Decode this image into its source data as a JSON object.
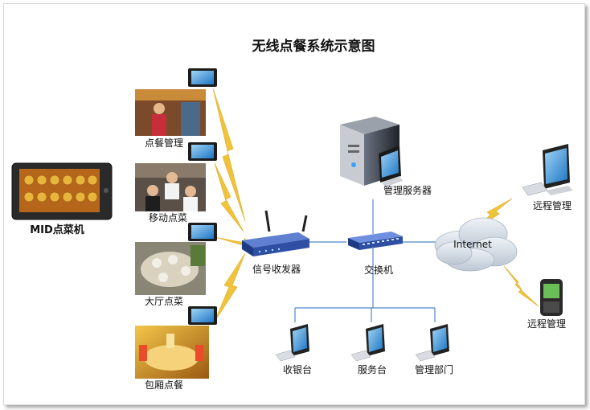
{
  "diagram": {
    "title": "无线点餐系统示意图",
    "mid_device_label": "MID点菜机",
    "photos": [
      {
        "label": "点餐管理"
      },
      {
        "label": "移动点菜"
      },
      {
        "label": "大厅点菜"
      },
      {
        "label": "包厢点餐"
      }
    ],
    "router_label": "信号收发器",
    "server_label": "管理服务器",
    "switch_label": "交换机",
    "cloud_label": "Internet",
    "remote_pc_label": "远程管理",
    "remote_phone_label": "远程管理",
    "terminals": [
      {
        "label": "收银台"
      },
      {
        "label": "服务台"
      },
      {
        "label": "管理部门"
      }
    ],
    "colors": {
      "line": "#4f86c6",
      "lightning": "#f0c43a",
      "router": "#2e4fa3",
      "server": "#3a3f4a",
      "cloud": "#d6dde6"
    }
  }
}
